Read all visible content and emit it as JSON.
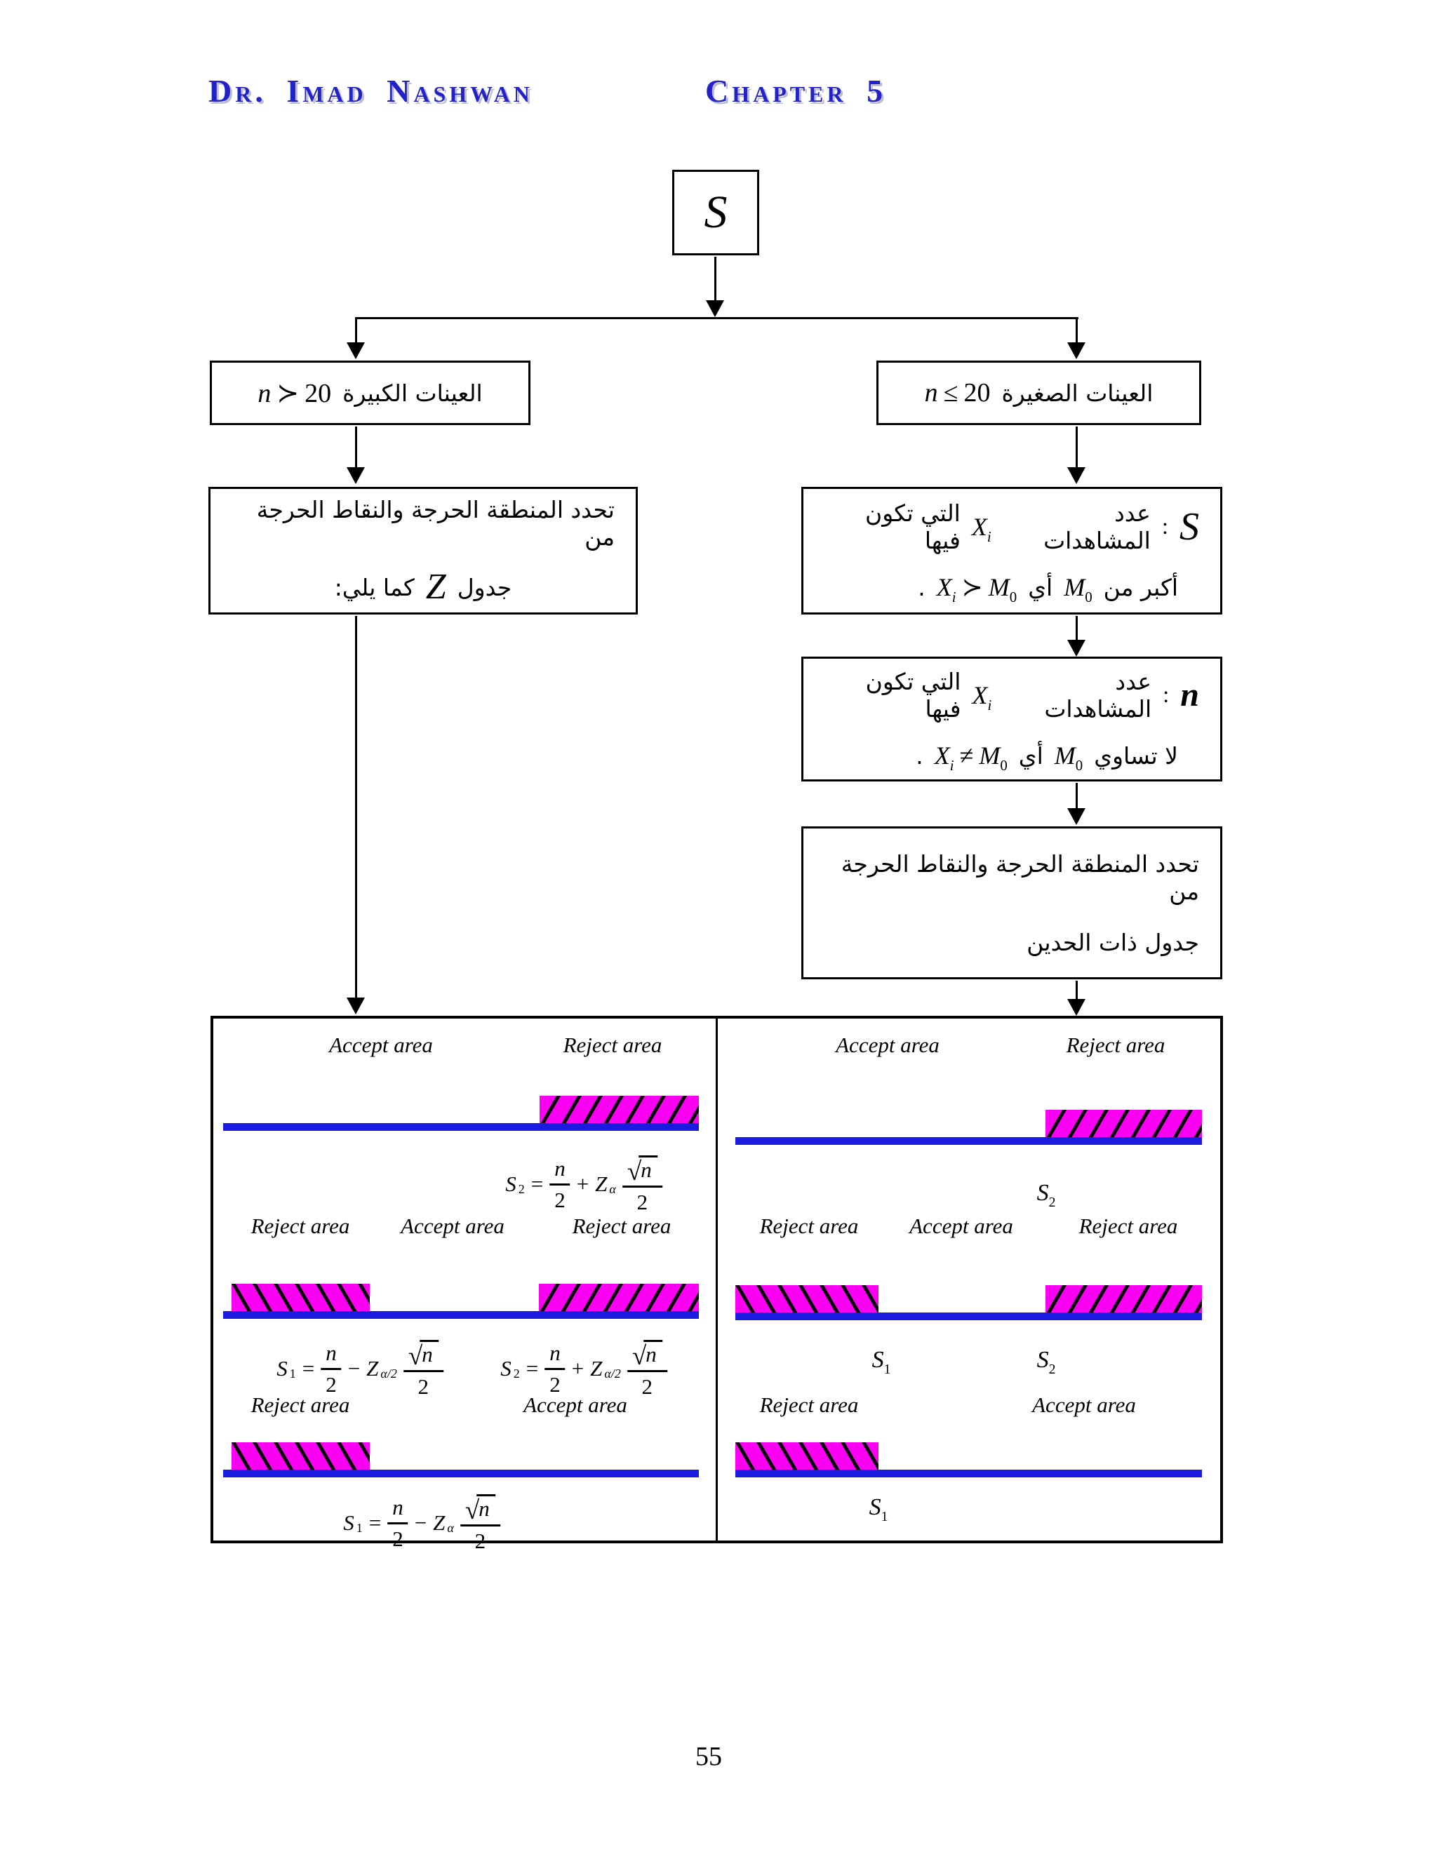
{
  "header": {
    "author": "Dr. Imad Nashwan",
    "chapter": "Chapter 5"
  },
  "colors": {
    "header_blue": "#2222c8",
    "magenta": "#fa00f2",
    "line_blue": "#1b1be0"
  },
  "flowchart": {
    "root": "S",
    "large_box": {
      "label": "العينات الكبيرة",
      "math_n": "n",
      "op": "≻",
      "num": "20"
    },
    "small_box": {
      "label": "العينات الصغيرة",
      "math_n": "n",
      "op": "≤",
      "num": "20"
    },
    "z_box": {
      "line1": "تحدد المنطقة الحرجة والنقاط الحرجة من",
      "word_table": "جدول",
      "z": "Z",
      "tail": "كما يلي:"
    },
    "s_def": {
      "s": "S",
      "colon": ":",
      "count": "عدد المشاهدات",
      "x": "X",
      "i": "i",
      "cond": "التي تكون فيها",
      "lead2": "أكبر من",
      "m": "M",
      "zero": "0",
      "word_ay": "أي",
      "rel": "≻",
      "period": "."
    },
    "n_def": {
      "n": "n",
      "colon": ":",
      "count": "عدد المشاهدات",
      "x": "X",
      "i": "i",
      "cond": "التي تكون فيها",
      "lead2": "لا تساوي",
      "m": "M",
      "zero": "0",
      "word_ay": "أي",
      "rel": "≠",
      "period": "."
    },
    "binom_box": {
      "line1": "تحدد المنطقة الحرجة والنقاط الحرجة من",
      "line2": "جدول ذات الحدين"
    }
  },
  "panel": {
    "labels": {
      "accept": "Accept area",
      "reject": "Reject area"
    },
    "math": {
      "s": "S",
      "eq": "=",
      "n": "n",
      "two": "2",
      "z": "Z",
      "sqrt": "√"
    },
    "formulas": {
      "upper_right": {
        "s_sub": "2",
        "op": "+",
        "z_sub": "α"
      },
      "two_sided_left": {
        "s_sub": "1",
        "op": "−",
        "z_sub": "α/2"
      },
      "two_sided_right": {
        "s_sub": "2",
        "op": "+",
        "z_sub": "α/2"
      },
      "lower_left": {
        "s_sub": "1",
        "op": "−",
        "z_sub": "α"
      }
    },
    "s_labels": {
      "s": "S",
      "one": "1",
      "two": "2"
    }
  },
  "page": {
    "number": "55"
  }
}
